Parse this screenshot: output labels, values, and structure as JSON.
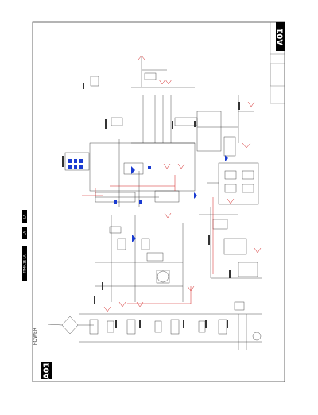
{
  "sheet": {
    "id_top": "A01",
    "id_bottom": "A01",
    "title": "POWER"
  },
  "side_chips": [
    "TPM9.1E LA",
    "LA",
    "LA"
  ],
  "colors": {
    "background": "#ffffff",
    "wire": "#222222",
    "rail_red": "#d11a1a",
    "part_blue": "#1a3bd1",
    "tag_fill": "#000000"
  }
}
